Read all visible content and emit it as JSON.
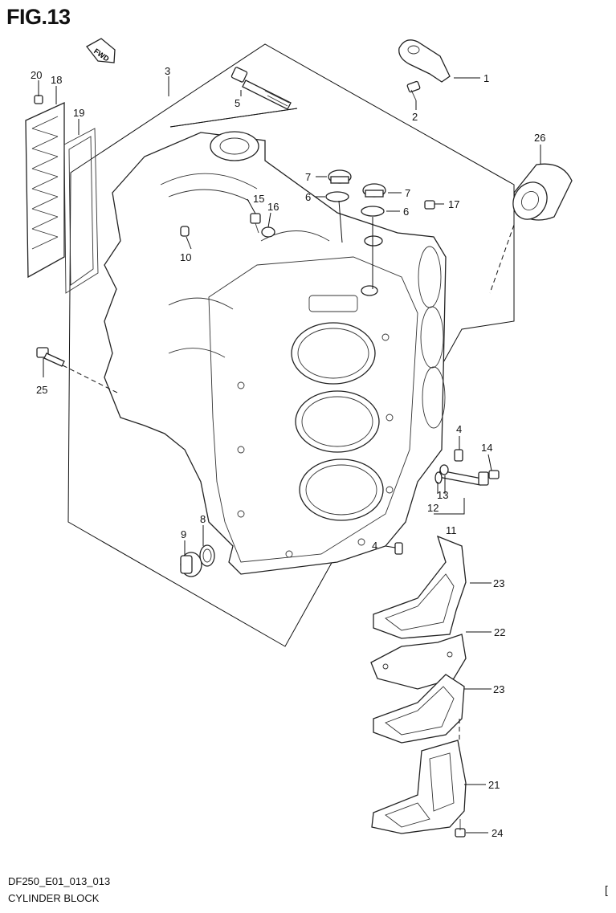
{
  "figure": {
    "title": "FIG.13",
    "direction_badge": "FWD"
  },
  "callouts": [
    {
      "key": "p1",
      "label": "1"
    },
    {
      "key": "p2",
      "label": "2"
    },
    {
      "key": "p3",
      "label": "3"
    },
    {
      "key": "p4a",
      "label": "4"
    },
    {
      "key": "p4b",
      "label": "4"
    },
    {
      "key": "p5",
      "label": "5"
    },
    {
      "key": "p6a",
      "label": "6"
    },
    {
      "key": "p6b",
      "label": "6"
    },
    {
      "key": "p7a",
      "label": "7"
    },
    {
      "key": "p7b",
      "label": "7"
    },
    {
      "key": "p8",
      "label": "8"
    },
    {
      "key": "p9",
      "label": "9"
    },
    {
      "key": "p10",
      "label": "10"
    },
    {
      "key": "p11",
      "label": "11"
    },
    {
      "key": "p12",
      "label": "12"
    },
    {
      "key": "p13",
      "label": "13"
    },
    {
      "key": "p14",
      "label": "14"
    },
    {
      "key": "p15",
      "label": "15"
    },
    {
      "key": "p16",
      "label": "16"
    },
    {
      "key": "p17",
      "label": "17"
    },
    {
      "key": "p18",
      "label": "18"
    },
    {
      "key": "p19",
      "label": "19"
    },
    {
      "key": "p20",
      "label": "20"
    },
    {
      "key": "p21",
      "label": "21"
    },
    {
      "key": "p22",
      "label": "22"
    },
    {
      "key": "p23a",
      "label": "23"
    },
    {
      "key": "p23b",
      "label": "23"
    },
    {
      "key": "p24",
      "label": "24"
    },
    {
      "key": "p25",
      "label": "25"
    },
    {
      "key": "p26",
      "label": "26"
    }
  ],
  "footer": {
    "code": "DF250_E01_013_013",
    "name": "CYLINDER BLOCK",
    "corner_mark": "["
  }
}
